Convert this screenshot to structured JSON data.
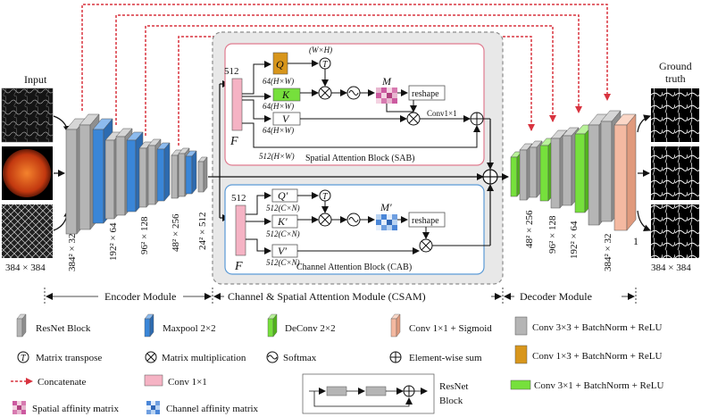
{
  "colors": {
    "resnet": "#b5b5b5",
    "maxpool": "#3a86d8",
    "deconv": "#76e03c",
    "sigmoid": "#f4b9a1",
    "conv1x1": "#f5b3c4",
    "conv1x3": "#d8961c",
    "concat": "#d8333f",
    "sab_border": "#e07b8f",
    "cab_border": "#5b9ad6",
    "csam_bg": "#e8e8e8"
  },
  "icons": [
    "retina-vessel-image",
    "fundus-photo-image",
    "octa-image",
    "ground-truth-vessel-image"
  ],
  "labels": {
    "input": "Input",
    "ground_truth_1": "Ground",
    "ground_truth_2": "truth",
    "input_size": "384 × 384",
    "output_size": "384 × 384",
    "enc_dims": [
      "384² × 32",
      "192² × 64",
      "96² × 128",
      "48² × 256",
      "24² × 512"
    ],
    "dec_dims": [
      "48² × 256",
      "96² × 128",
      "192² × 64",
      "384² × 32",
      "1"
    ],
    "encoder_module": "Encoder Module",
    "csam_module": "Channel & Spatial Attention Module (CSAM)",
    "decoder_module": "Decoder Module"
  },
  "sab": {
    "title": "Spatial Attention Block (SAB)",
    "ch": "512",
    "f": "F",
    "q": "Q",
    "k": "K",
    "v": "V",
    "q_dim": "64(H×W)",
    "k_dim": "64(H×W)",
    "v_dim": "64(H×W)",
    "wh": "(W×H)",
    "m": "M",
    "reshape": "reshape",
    "conv": "Conv1×1",
    "bottom_dim": "512(H×W)"
  },
  "cab": {
    "title": "Channel  Attention Block (CAB)",
    "ch": "512",
    "f": "F",
    "q": "Q′",
    "k": "K′",
    "v": "V′",
    "q_dim": "512(C×N)",
    "k_dim": "512(C×N)",
    "v_dim": "512(C×N)",
    "m": "M′",
    "reshape": "reshape"
  },
  "legend": {
    "resnet_block": "ResNet Block",
    "maxpool": "Maxpool 2×2",
    "deconv": "DeConv 2×2",
    "conv_sigmoid": "Conv 1×1 + Sigmoid",
    "conv33": "Conv 3×3 + BatchNorm + ReLU",
    "matrix_transpose": "Matrix transpose",
    "matrix_mult": "Matrix multiplication",
    "softmax": "Softmax",
    "elem_sum": "Element-wise sum",
    "conv13": "Conv 1×3 +  BatchNorm + ReLU",
    "concatenate": "Concatenate",
    "conv11": "Conv 1×1",
    "conv31": "Conv 3×1 + BatchNorm + ReLU",
    "spatial_affinity": "Spatial affinity matrix",
    "channel_affinity": "Channel affinity matrix",
    "resnet_1": "ResNet",
    "resnet_2": "Block",
    "tau": "T"
  }
}
